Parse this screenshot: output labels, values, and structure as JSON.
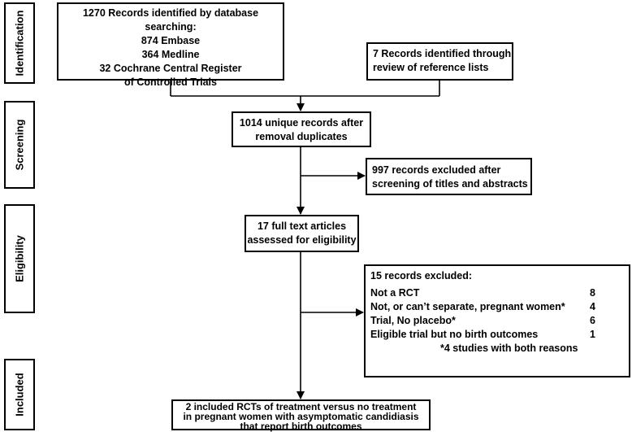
{
  "stages": {
    "identification": "Identification",
    "screening": "Screening",
    "eligibility": "Eligibility",
    "included": "Included"
  },
  "boxes": {
    "database": {
      "lines": [
        "1270 Records identified by database searching:",
        "874 Embase",
        "364 Medline",
        "32 Cochrane Central Register",
        "of Controlled Trials"
      ]
    },
    "reference": {
      "lines": [
        "7 Records  identified through",
        "review of reference lists"
      ]
    },
    "unique": {
      "lines": [
        "1014 unique records  after",
        "removal duplicates"
      ]
    },
    "excluded_titles": {
      "lines": [
        "997 records excluded after",
        "screening of titles and abstracts"
      ]
    },
    "fulltext": {
      "lines": [
        "17 full text articles",
        "assessed for eligibility"
      ]
    },
    "excluded_records": {
      "title": "15 records excluded:",
      "reasons": [
        {
          "label": "Not a RCT",
          "count": "8"
        },
        {
          "label": "Not, or can’t separate, pregnant women*",
          "count": "4"
        },
        {
          "label": "Trial, No placebo*",
          "count": "6"
        },
        {
          "label": "Eligible trial but no birth outcomes",
          "count": "1"
        }
      ],
      "footnote": "*4 studies with both reasons"
    },
    "included_rcts": {
      "lines": [
        "2 included RCTs of treatment versus no treatment",
        "in pregnant women with asymptomatic candidiasis",
        "that report birth outcomes"
      ]
    }
  }
}
